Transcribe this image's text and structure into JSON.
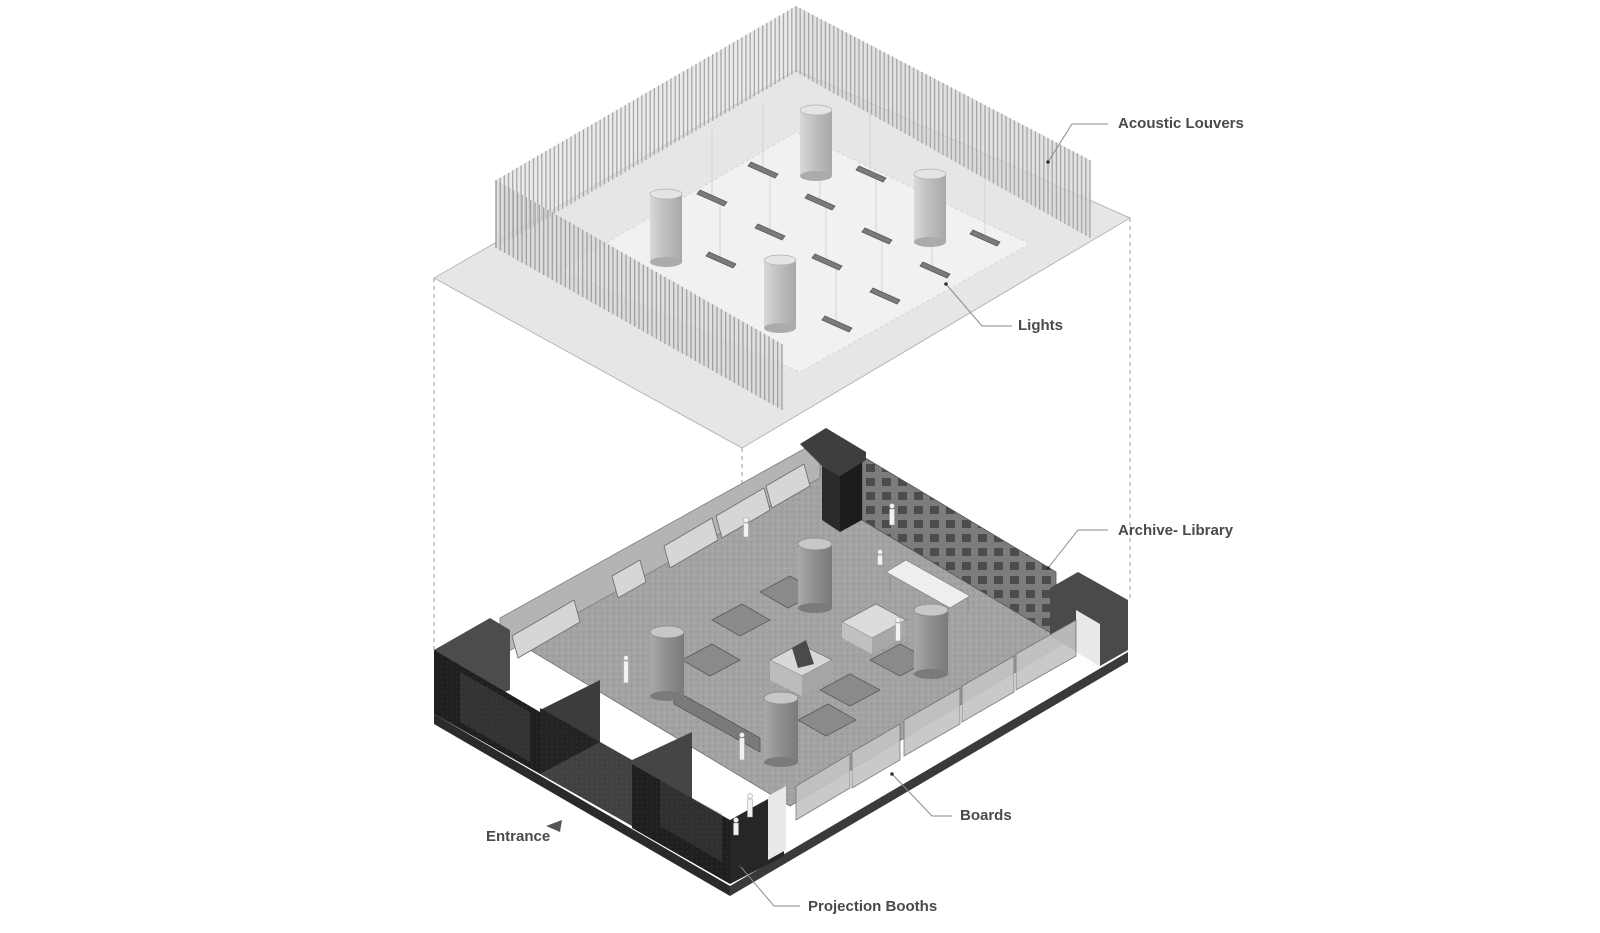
{
  "labels": {
    "acoustic_louvers": "Acoustic Louvers",
    "lights": "Lights",
    "archive_library": "Archive- Library",
    "boards": "Boards",
    "entrance": "Entrance",
    "projection_booths": "Projection Booths"
  },
  "colors": {
    "background": "#ffffff",
    "ceiling_panel": "#e2e2e2",
    "louver": "#bdbdbd",
    "column": "#c8c8c8",
    "floor": "#9b9b9b",
    "wall_dark": "#4b4b4b",
    "booth": "#1e1e1e",
    "label_text": "#4a4a4a"
  }
}
